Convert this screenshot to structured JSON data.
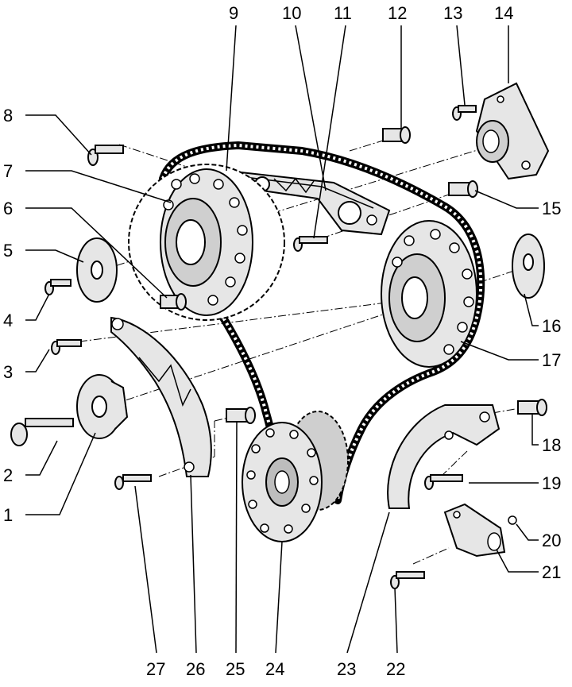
{
  "diagram": {
    "style": "exploded-parts-line-drawing",
    "colors": {
      "ink": "#000000",
      "part_fill": "#e6e6e6",
      "part_fill_dark": "#bdbdbd",
      "background": "#ffffff"
    },
    "callouts": [
      "1",
      "2",
      "3",
      "4",
      "5",
      "6",
      "7",
      "8",
      "9",
      "10",
      "11",
      "12",
      "13",
      "14",
      "15",
      "16",
      "17",
      "18",
      "19",
      "20",
      "21",
      "22",
      "23",
      "24",
      "25",
      "26",
      "27"
    ]
  }
}
